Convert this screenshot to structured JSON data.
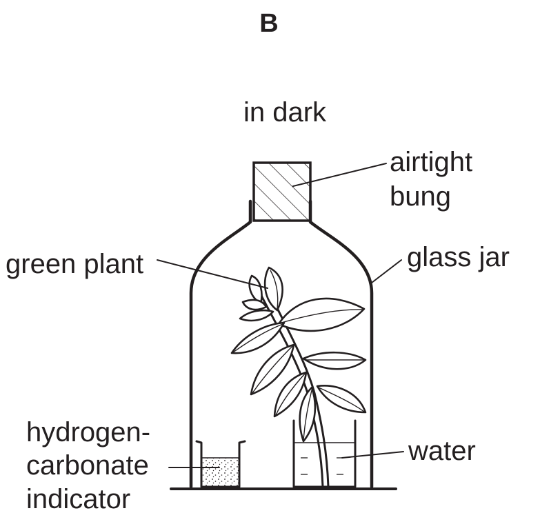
{
  "figure_label": "B",
  "condition": "in dark",
  "labels": {
    "bung_line1": "airtight",
    "bung_line2": "bung",
    "jar": "glass jar",
    "plant": "green plant",
    "indicator_line1": "hydrogen-",
    "indicator_line2": "carbonate",
    "indicator_line3": "indicator",
    "water": "water"
  },
  "colors": {
    "ink": "#231f20",
    "background": "#ffffff"
  }
}
